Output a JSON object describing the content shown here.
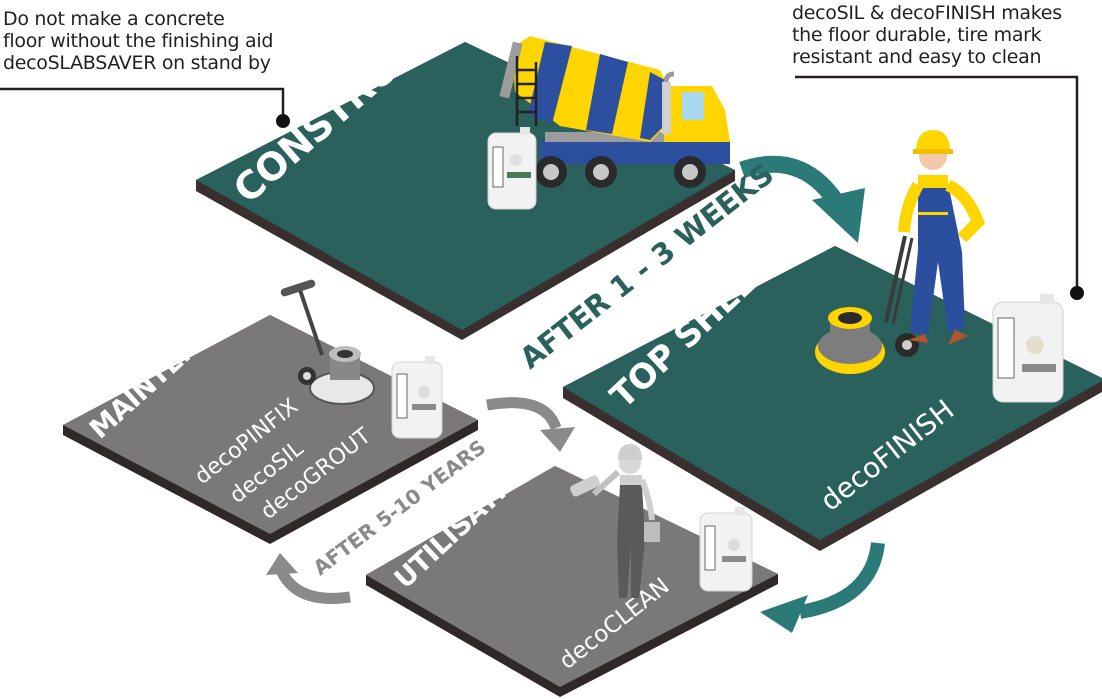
{
  "notes": {
    "left": [
      "Do not make a concrete",
      "floor without the finishing aid",
      "decoSLABSAVER on stand by"
    ],
    "right": [
      "decoSIL & decoFINISH makes",
      "the floor durable, tire mark",
      "resistant and easy to clean"
    ]
  },
  "panels": {
    "construction": {
      "title": "CONSTRUCTION",
      "products": []
    },
    "top_sheeld": {
      "title": "TOP SHEELD",
      "trademark": "®",
      "products": [
        "decoFINISH"
      ]
    },
    "maintenance": {
      "title": "MAINTENANCE",
      "products": [
        "decoPINFIX",
        "decoSIL",
        "decoGROUT"
      ]
    },
    "utilisation": {
      "title": "UTILISATION",
      "products": [
        "decoCLEAN"
      ]
    }
  },
  "transitions": {
    "construction_to_top_sheeld": "AFTER 1 - 3 WEEKS",
    "utilisation_to_maintenance": "AFTER 5-10 YEARS"
  },
  "colors": {
    "teal_panel": "#2b615c",
    "teal_arrow": "#2b7a78",
    "gray_panel": "#7a7878",
    "panel_edge": "#3a3030",
    "gray_arrow": "#8a8a8a",
    "text_dark": "#231f20",
    "truck_yellow": "#ffd500",
    "truck_blue": "#2d4fa0"
  }
}
